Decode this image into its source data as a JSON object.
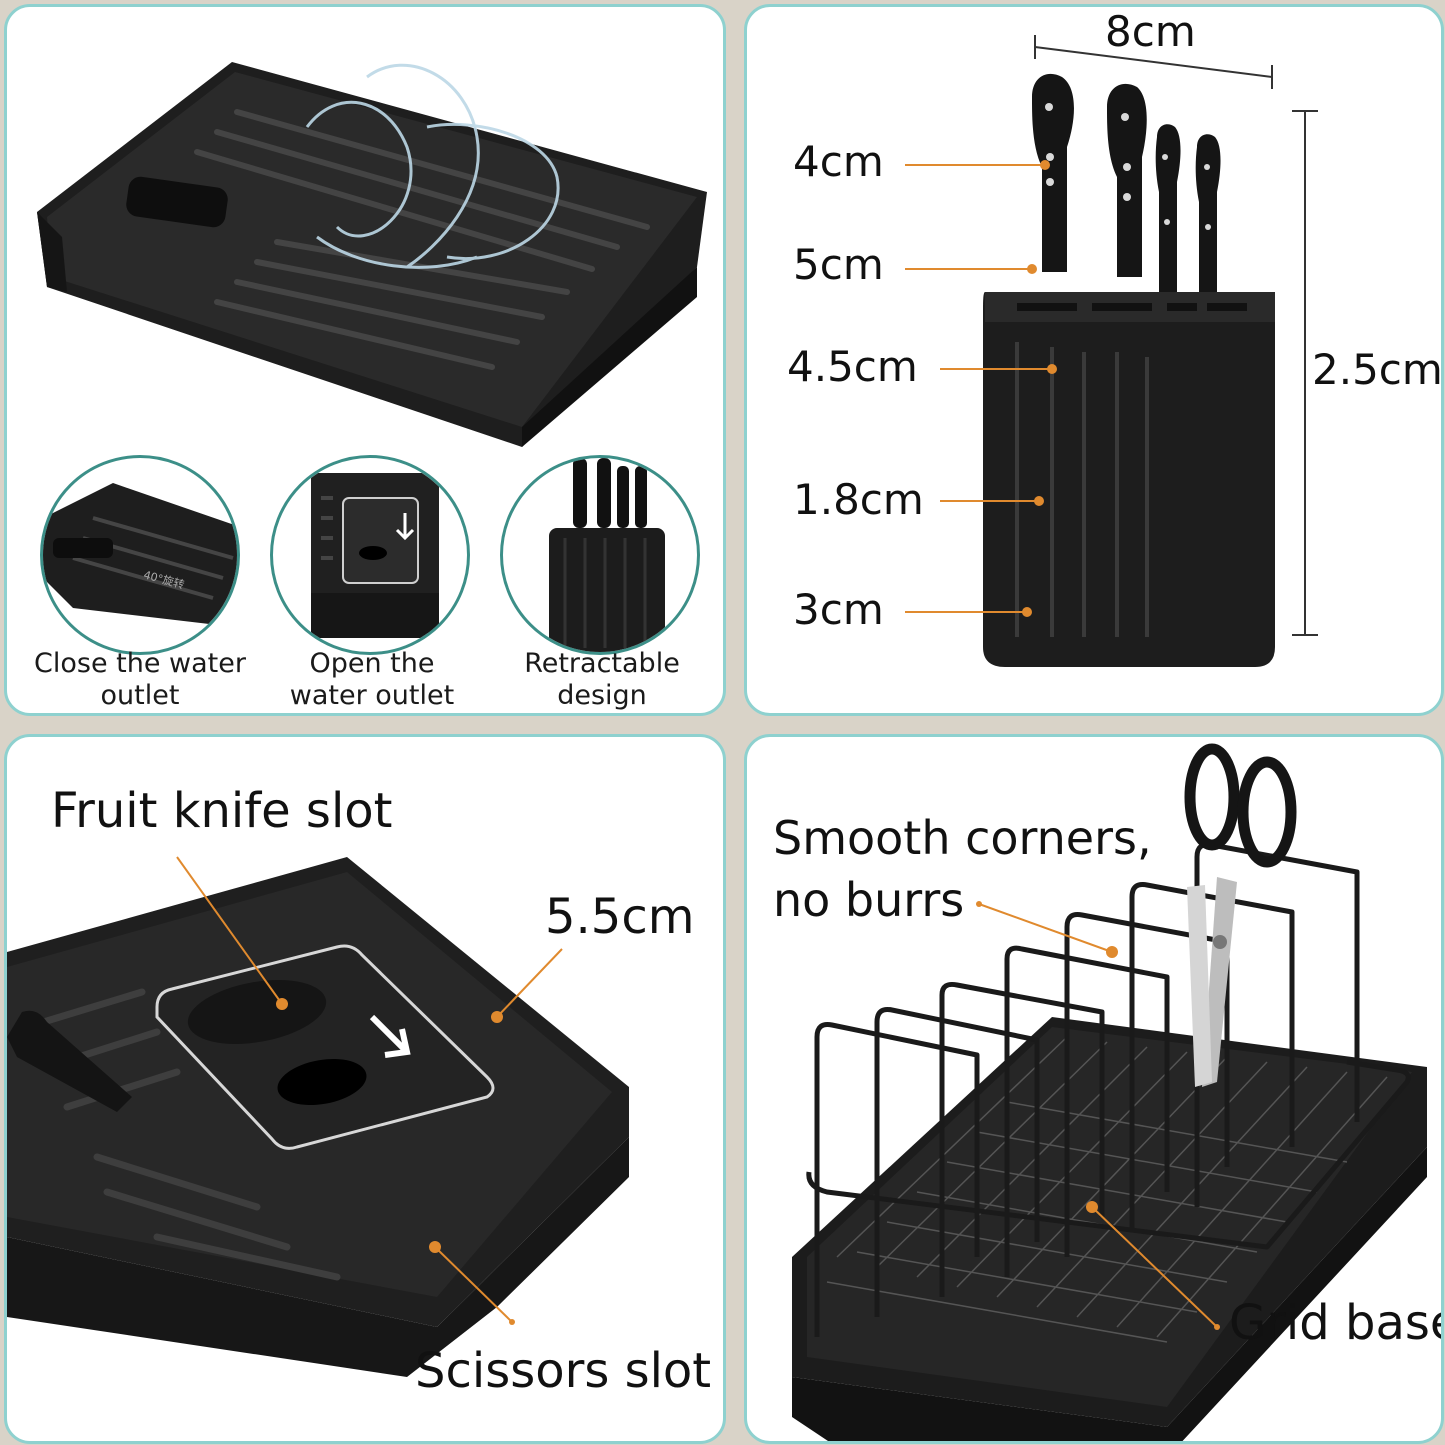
{
  "panel_top_left": {
    "captions": [
      {
        "line1": "Close the water",
        "line2": "outlet"
      },
      {
        "line1": "Open the",
        "line2": "water outlet"
      },
      {
        "line1": "Retractable",
        "line2": "design"
      }
    ],
    "tray_marking": "40°旋转"
  },
  "panel_top_right": {
    "width_label": "8cm",
    "height_label": "2.5cm",
    "slot_labels": [
      "4cm",
      "5cm",
      "4.5cm",
      "1.8cm",
      "3cm"
    ]
  },
  "panel_bottom_left": {
    "fruit_knife_label": "Fruit knife slot",
    "depth_label": "5.5cm",
    "scissors_label": "Scissors slot"
  },
  "panel_bottom_right": {
    "corners_line1": "Smooth corners,",
    "corners_line2": "no burrs",
    "grid_label": "Grid base"
  },
  "colors": {
    "panel_border": "#8ed1cf",
    "callout_line": "#e08a2e",
    "product_black": "#1c1c1c"
  }
}
